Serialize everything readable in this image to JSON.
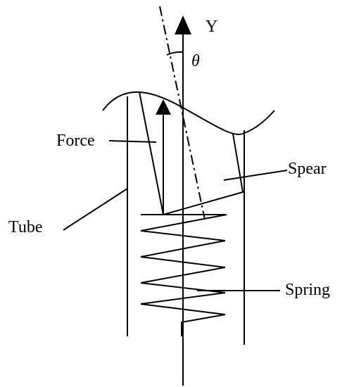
{
  "labels": {
    "axis": "Y",
    "angle": "θ",
    "force": "Force",
    "spear": "Spear",
    "tube": "Tube",
    "spring": "Spring"
  }
}
